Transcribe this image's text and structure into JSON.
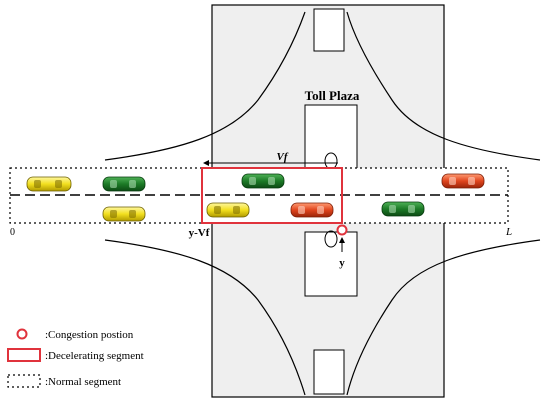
{
  "diagram": {
    "plaza_label": "Toll Plaza",
    "vf_label": "Vf",
    "y_minus_vf_label": "y-Vf",
    "y_label": "y",
    "zero_label": "0",
    "L_label": "L"
  },
  "legend": {
    "congestion": ":Congestion postion",
    "decelerating": ":Decelerating segment",
    "normal": ":Normal segment"
  },
  "colors": {
    "yellow_car": "#f2df1e",
    "green_car": "#1c7a26",
    "red_car": "#e0451d",
    "highlight": "#e0333c",
    "plaza_fill": "#efefef"
  }
}
